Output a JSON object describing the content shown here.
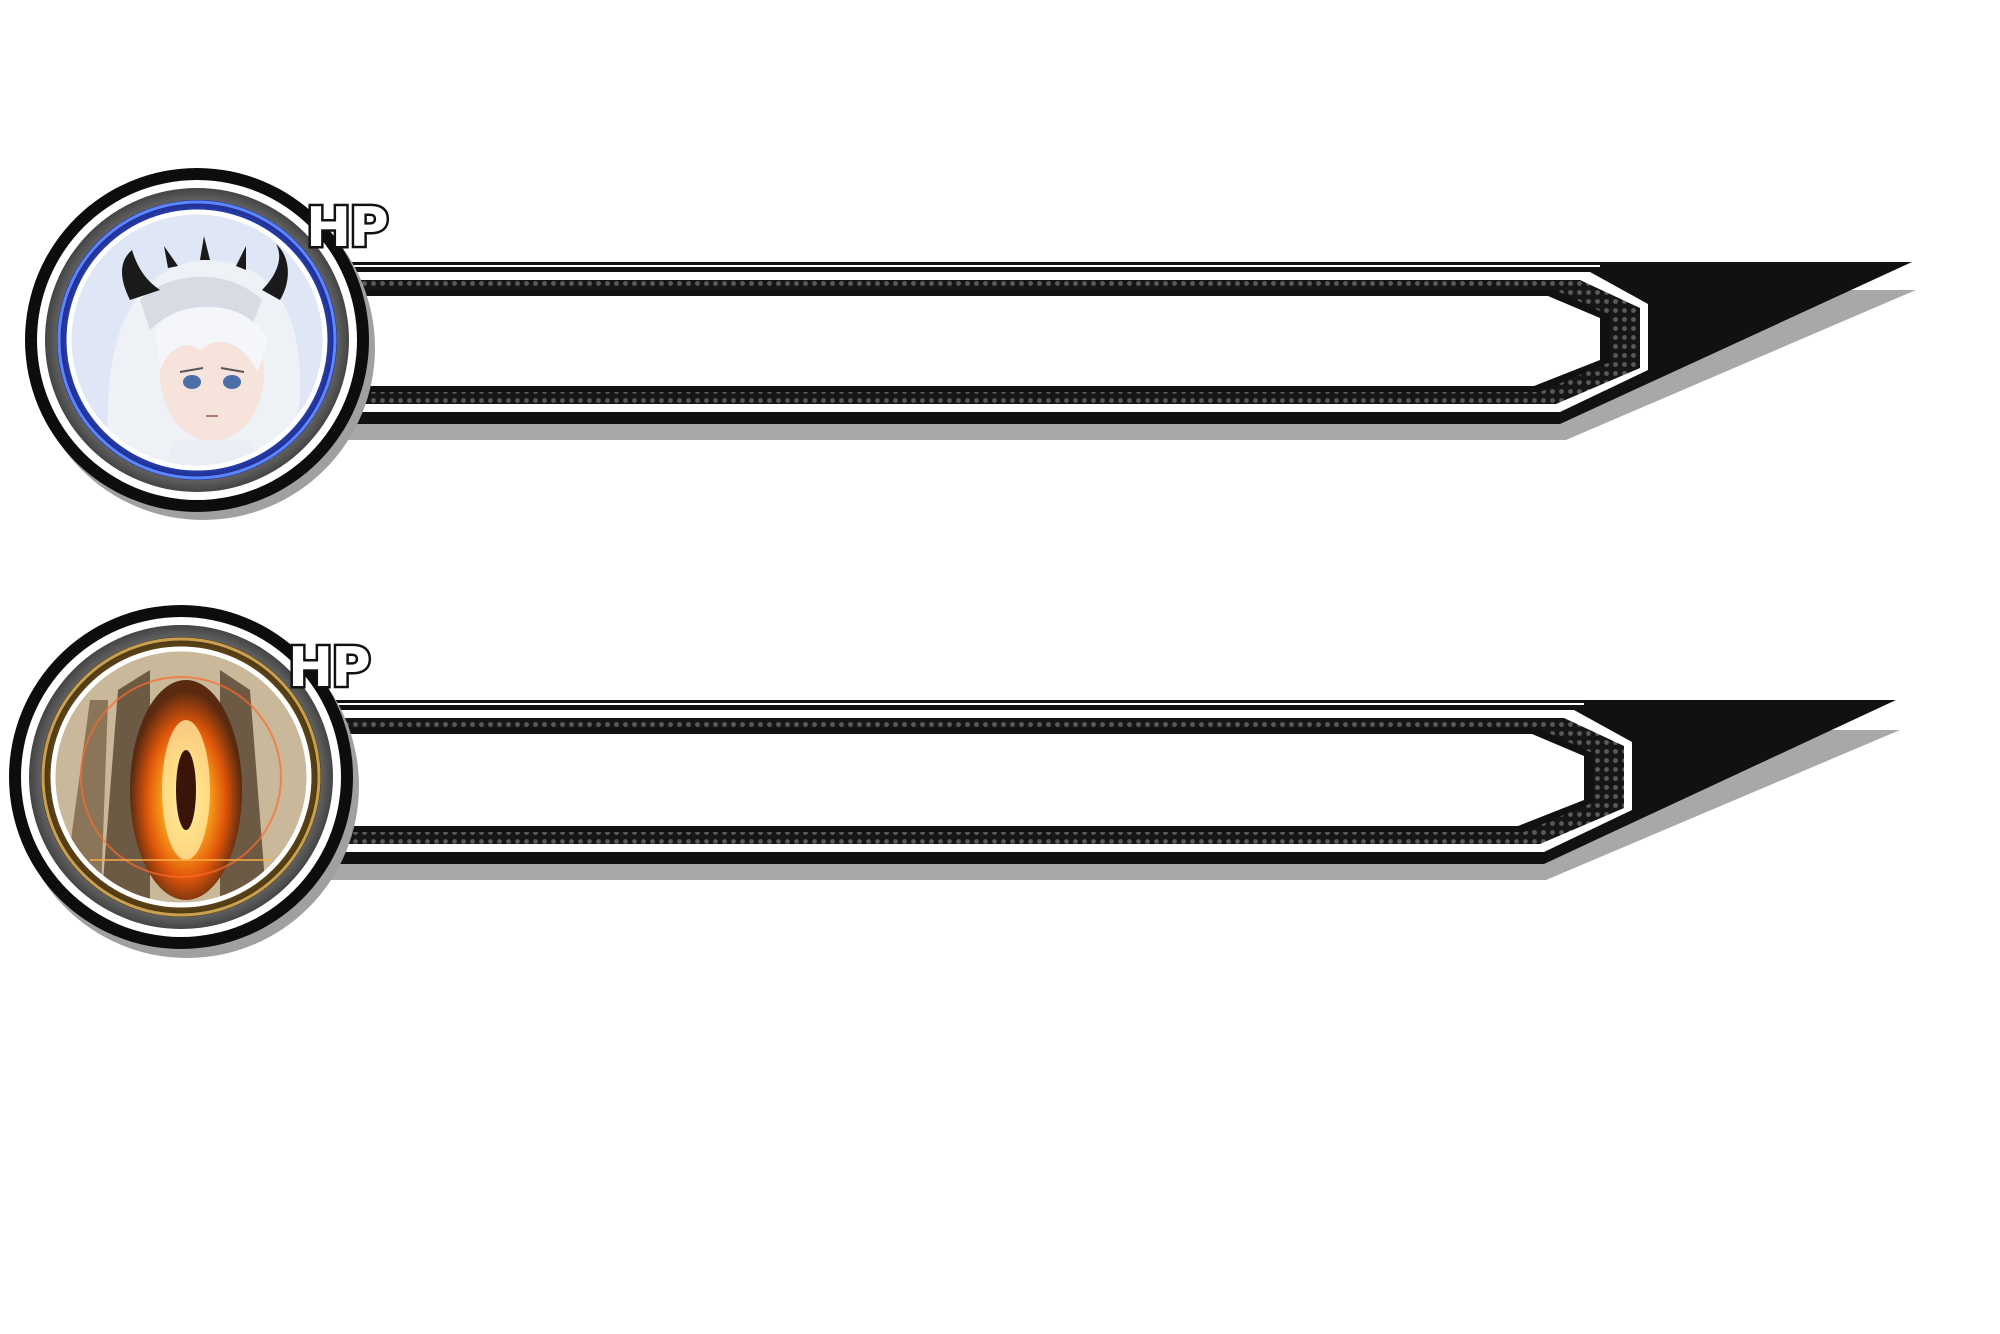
{
  "hud": {
    "bars": [
      {
        "label": "HP",
        "portrait": "white-haired-character-portrait",
        "ring_color": "#2b3fb8",
        "fill_fraction": 0
      },
      {
        "label": "HP",
        "portrait": "fire-portal-portrait",
        "ring_color": "#8a6a2a",
        "fill_fraction": 0
      }
    ]
  },
  "colors": {
    "frame": "#111111",
    "shadow": "#9a9a9a",
    "bar_fill": "#ffffff",
    "blue_ring": "#2b3fb8",
    "gold_ring": "#8a6a2a",
    "fire_core": "#ff8a00"
  }
}
